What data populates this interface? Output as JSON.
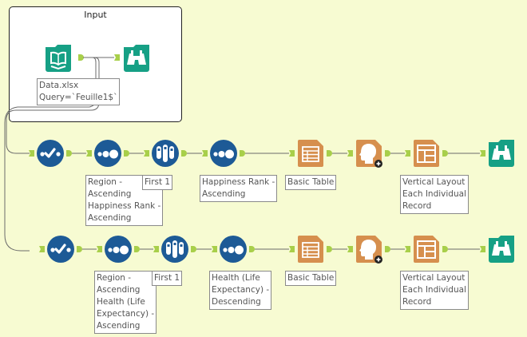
{
  "colors": {
    "canvas_bg": "#f7fbd2",
    "input_teal": "#16a085",
    "prep_blue": "#1d5a96",
    "report_orange": "#d68f4e",
    "anchor_green": "#a8cf4a",
    "wire": "#6b6b6b"
  },
  "container": {
    "title": "Input"
  },
  "input_section": {
    "input_tool": {
      "icon": "book-icon",
      "annotation": [
        "Data.xlsx",
        "Query=`Feuille1$`"
      ]
    },
    "browse_tool": {
      "icon": "binoculars-icon"
    }
  },
  "rows": [
    {
      "tools": [
        {
          "type": "select",
          "icon": "check-icon"
        },
        {
          "type": "sort",
          "icon": "dots-icon",
          "annotation": [
            "Region -",
            "Ascending",
            "Happiness Rank -",
            "Ascending"
          ]
        },
        {
          "type": "sample",
          "icon": "test-tubes-icon",
          "annotation": [
            "First 1"
          ]
        },
        {
          "type": "sort",
          "icon": "dots-icon",
          "annotation": [
            "Happiness Rank -",
            "Ascending"
          ]
        },
        {
          "type": "table",
          "icon": "table-icon",
          "annotation": [
            "Basic Table"
          ]
        },
        {
          "type": "report-text",
          "icon": "head-plus-icon"
        },
        {
          "type": "layout",
          "icon": "layout-icon",
          "annotation": [
            "Vertical Layout",
            "Each Individual",
            "Record"
          ]
        },
        {
          "type": "browse",
          "icon": "binoculars-icon"
        }
      ]
    },
    {
      "tools": [
        {
          "type": "select",
          "icon": "check-icon"
        },
        {
          "type": "sort",
          "icon": "dots-icon",
          "annotation": [
            "Region -",
            "Ascending",
            "Health (Life",
            "Expectancy) -",
            "Ascending"
          ]
        },
        {
          "type": "sample",
          "icon": "test-tubes-icon",
          "annotation": [
            "First 1"
          ]
        },
        {
          "type": "sort",
          "icon": "dots-icon",
          "annotation": [
            "Health (Life",
            "Expectancy) -",
            "Descending"
          ]
        },
        {
          "type": "table",
          "icon": "table-icon",
          "annotation": [
            "Basic Table"
          ]
        },
        {
          "type": "report-text",
          "icon": "head-plus-icon"
        },
        {
          "type": "layout",
          "icon": "layout-icon",
          "annotation": [
            "Vertical Layout",
            "Each Individual",
            "Record"
          ]
        },
        {
          "type": "browse",
          "icon": "binoculars-icon"
        }
      ]
    }
  ]
}
